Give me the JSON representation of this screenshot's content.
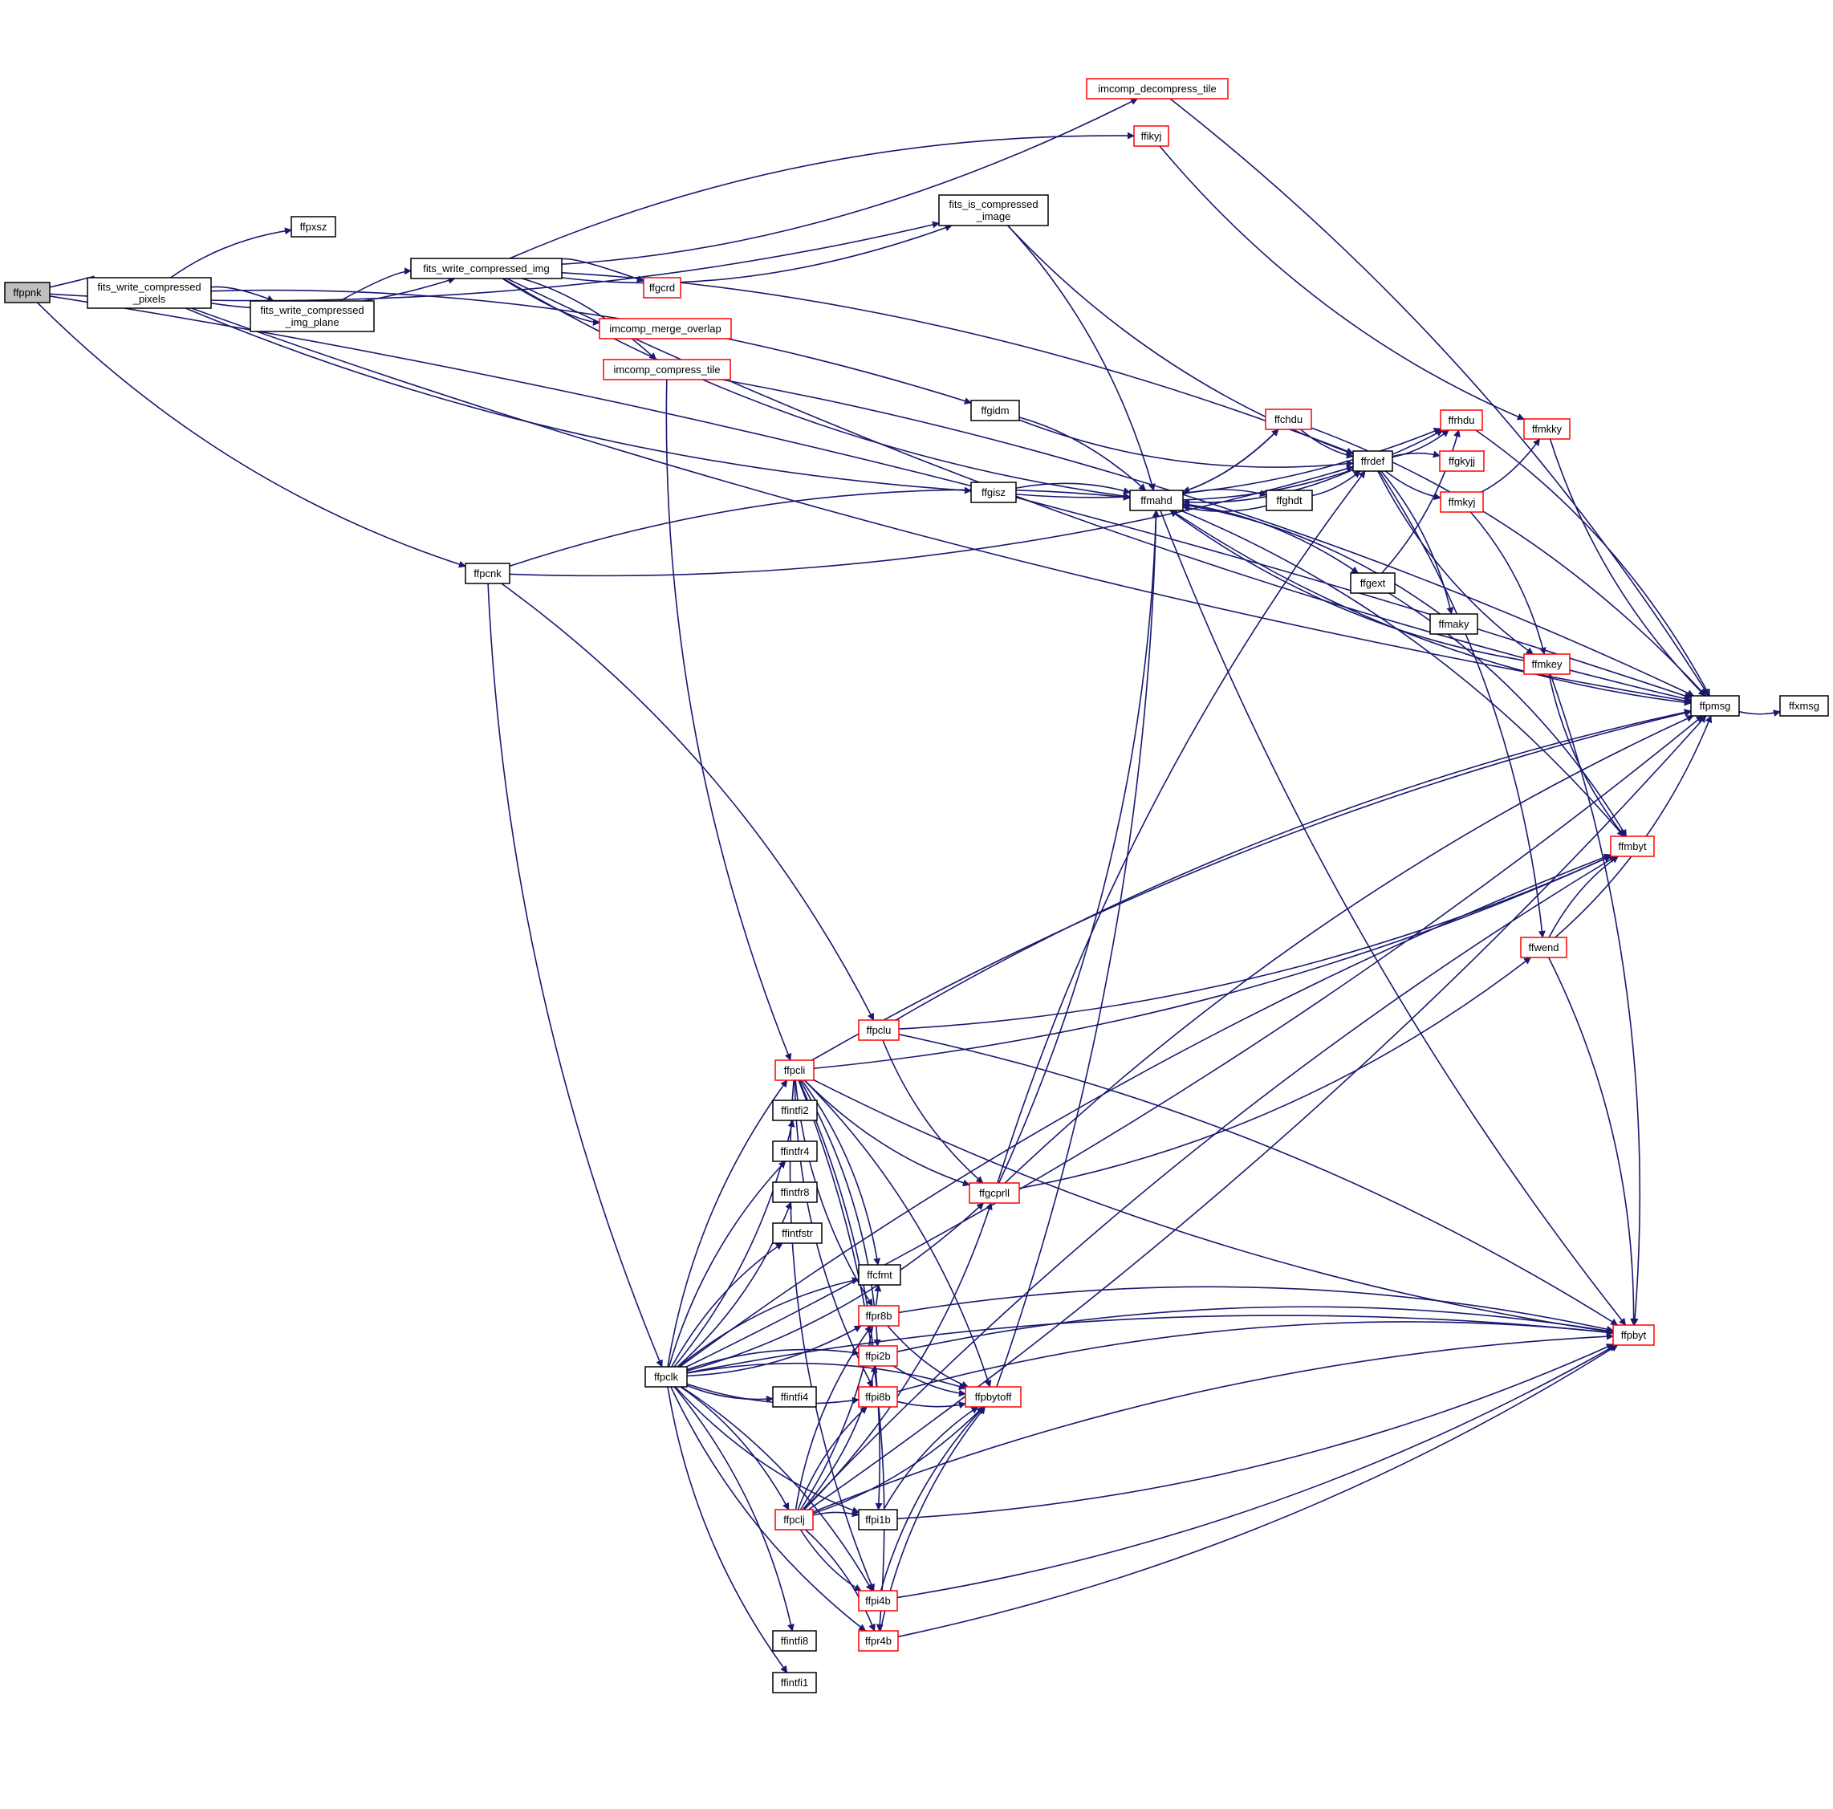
{
  "colors": {
    "edge": "#191970",
    "red_border": "#ff0000",
    "black_border": "#000000",
    "root_fill": "#bfbfbf"
  },
  "nodes": {
    "ffppnk": {
      "label": [
        "ffppnk"
      ],
      "style": "root"
    },
    "fits_write_compressed_pixels": {
      "label": [
        "fits_write_compressed",
        "_pixels"
      ],
      "style": "black"
    },
    "ffpxsz": {
      "label": [
        "ffpxsz"
      ],
      "style": "black"
    },
    "fits_write_compressed_img": {
      "label": [
        "fits_write_compressed_img"
      ],
      "style": "black"
    },
    "fits_write_compressed_img_plane": {
      "label": [
        "fits_write_compressed",
        "_img_plane"
      ],
      "style": "black"
    },
    "imcomp_decompress_tile": {
      "label": [
        "imcomp_decompress_tile"
      ],
      "style": "red"
    },
    "ffikyj": {
      "label": [
        "ffikyj"
      ],
      "style": "red"
    },
    "fits_is_compressed_image": {
      "label": [
        "fits_is_compressed",
        "_image"
      ],
      "style": "black"
    },
    "ffgcrd": {
      "label": [
        "ffgcrd"
      ],
      "style": "red"
    },
    "imcomp_merge_overlap": {
      "label": [
        "imcomp_merge_overlap"
      ],
      "style": "red"
    },
    "imcomp_compress_tile": {
      "label": [
        "imcomp_compress_tile"
      ],
      "style": "red"
    },
    "ffgidm": {
      "label": [
        "ffgidm"
      ],
      "style": "black"
    },
    "ffgisz": {
      "label": [
        "ffgisz"
      ],
      "style": "black"
    },
    "ffpcnk": {
      "label": [
        "ffpcnk"
      ],
      "style": "black"
    },
    "ffchdu": {
      "label": [
        "ffchdu"
      ],
      "style": "red"
    },
    "ffmahd": {
      "label": [
        "ffmahd"
      ],
      "style": "black"
    },
    "ffghdt": {
      "label": [
        "ffghdt"
      ],
      "style": "black"
    },
    "ffrdef": {
      "label": [
        "ffrdef"
      ],
      "style": "black"
    },
    "ffgext": {
      "label": [
        "ffgext"
      ],
      "style": "black"
    },
    "ffmaky": {
      "label": [
        "ffmaky"
      ],
      "style": "black"
    },
    "ffrhdu": {
      "label": [
        "ffrhdu"
      ],
      "style": "red"
    },
    "ffgkyjj": {
      "label": [
        "ffgkyjj"
      ],
      "style": "red"
    },
    "ffmkyj": {
      "label": [
        "ffmkyj"
      ],
      "style": "red"
    },
    "ffmkky": {
      "label": [
        "ffmkky"
      ],
      "style": "red"
    },
    "ffmkey": {
      "label": [
        "ffmkey"
      ],
      "style": "red"
    },
    "ffpmsg": {
      "label": [
        "ffpmsg"
      ],
      "style": "black"
    },
    "ffxmsg": {
      "label": [
        "ffxmsg"
      ],
      "style": "black"
    },
    "ffmbyt": {
      "label": [
        "ffmbyt"
      ],
      "style": "red"
    },
    "ffwend": {
      "label": [
        "ffwend"
      ],
      "style": "red"
    },
    "ffpclu": {
      "label": [
        "ffpclu"
      ],
      "style": "red"
    },
    "ffpcli": {
      "label": [
        "ffpcli"
      ],
      "style": "red"
    },
    "ffintfi2": {
      "label": [
        "ffintfi2"
      ],
      "style": "black"
    },
    "ffintfr4": {
      "label": [
        "ffintfr4"
      ],
      "style": "black"
    },
    "ffintfr8": {
      "label": [
        "ffintfr8"
      ],
      "style": "black"
    },
    "ffintfstr": {
      "label": [
        "ffintfstr"
      ],
      "style": "black"
    },
    "ffgcprll": {
      "label": [
        "ffgcprll"
      ],
      "style": "red"
    },
    "ffcfmt": {
      "label": [
        "ffcfmt"
      ],
      "style": "black"
    },
    "ffpr8b": {
      "label": [
        "ffpr8b"
      ],
      "style": "red"
    },
    "ffpi2b": {
      "label": [
        "ffpi2b"
      ],
      "style": "red"
    },
    "ffpi8b": {
      "label": [
        "ffpi8b"
      ],
      "style": "red"
    },
    "ffpbytoff": {
      "label": [
        "ffpbytoff"
      ],
      "style": "red"
    },
    "ffpclk": {
      "label": [
        "ffpclk"
      ],
      "style": "black"
    },
    "ffintfi4": {
      "label": [
        "ffintfi4"
      ],
      "style": "black"
    },
    "ffpclj": {
      "label": [
        "ffpclj"
      ],
      "style": "red"
    },
    "ffpi1b": {
      "label": [
        "ffpi1b"
      ],
      "style": "black"
    },
    "ffpi4b": {
      "label": [
        "ffpi4b"
      ],
      "style": "red"
    },
    "ffpr4b": {
      "label": [
        "ffpr4b"
      ],
      "style": "red"
    },
    "ffintfi8": {
      "label": [
        "ffintfi8"
      ],
      "style": "black"
    },
    "ffintfi1": {
      "label": [
        "ffintfi1"
      ],
      "style": "black"
    },
    "ffpbyt": {
      "label": [
        "ffpbyt"
      ],
      "style": "red"
    }
  },
  "edges": [
    [
      "ffppnk",
      "fits_write_compressed_pixels"
    ],
    [
      "ffppnk",
      "fits_is_compressed_image"
    ],
    [
      "ffppnk",
      "ffpmsg"
    ],
    [
      "ffppnk",
      "ffpcnk"
    ],
    [
      "fits_write_compressed_pixels",
      "ffpxsz"
    ],
    [
      "fits_write_compressed_pixels",
      "fits_write_compressed_img"
    ],
    [
      "fits_write_compressed_pixels",
      "fits_write_compressed_img_plane"
    ],
    [
      "fits_write_compressed_pixels",
      "ffpmsg"
    ],
    [
      "fits_write_compressed_pixels",
      "ffgidm"
    ],
    [
      "fits_write_compressed_pixels",
      "ffgisz"
    ],
    [
      "fits_write_compressed_img_plane",
      "fits_write_compressed_img"
    ],
    [
      "fits_write_compressed_img",
      "imcomp_decompress_tile"
    ],
    [
      "fits_write_compressed_img",
      "ffikyj"
    ],
    [
      "fits_write_compressed_img",
      "fits_is_compressed_image"
    ],
    [
      "fits_write_compressed_img",
      "ffgcrd"
    ],
    [
      "fits_write_compressed_img",
      "imcomp_merge_overlap"
    ],
    [
      "fits_write_compressed_img",
      "imcomp_compress_tile"
    ],
    [
      "fits_write_compressed_img",
      "ffmahd"
    ],
    [
      "fits_write_compressed_img",
      "ffrdef"
    ],
    [
      "fits_write_compressed_img",
      "ffpmsg"
    ],
    [
      "imcomp_decompress_tile",
      "ffpmsg"
    ],
    [
      "ffikyj",
      "ffmkky"
    ],
    [
      "fits_is_compressed_image",
      "ffmahd"
    ],
    [
      "fits_is_compressed_image",
      "ffrdef"
    ],
    [
      "imcomp_compress_tile",
      "ffpmsg"
    ],
    [
      "imcomp_compress_tile",
      "ffpcli"
    ],
    [
      "ffgidm",
      "ffmahd"
    ],
    [
      "ffgidm",
      "ffrdef"
    ],
    [
      "ffgisz",
      "ffmahd"
    ],
    [
      "ffgisz",
      "ffrhdu"
    ],
    [
      "ffpcnk",
      "ffmahd"
    ],
    [
      "ffpcnk",
      "ffrdef"
    ],
    [
      "ffpcnk",
      "ffpclu"
    ],
    [
      "ffpcnk",
      "ffpclk"
    ],
    [
      "ffchdu",
      "ffmahd"
    ],
    [
      "ffchdu",
      "ffrdef"
    ],
    [
      "ffchdu",
      "ffpmsg"
    ],
    [
      "ffmahd",
      "ffchdu"
    ],
    [
      "ffmahd",
      "ffghdt"
    ],
    [
      "ffmahd",
      "ffrhdu"
    ],
    [
      "ffmahd",
      "ffgext"
    ],
    [
      "ffmahd",
      "ffpmsg"
    ],
    [
      "ffmahd",
      "ffmbyt"
    ],
    [
      "ffmahd",
      "ffpbyt"
    ],
    [
      "ffghdt",
      "ffmahd"
    ],
    [
      "ffghdt",
      "ffrdef"
    ],
    [
      "ffrdef",
      "ffmahd"
    ],
    [
      "ffrdef",
      "ffrhdu"
    ],
    [
      "ffrdef",
      "ffgkyjj"
    ],
    [
      "ffrdef",
      "ffmkyj"
    ],
    [
      "ffrdef",
      "ffmaky"
    ],
    [
      "ffrdef",
      "ffmkey"
    ],
    [
      "ffrdef",
      "ffwend"
    ],
    [
      "ffgext",
      "ffrhdu"
    ],
    [
      "ffgext",
      "ffmbyt"
    ],
    [
      "ffmaky",
      "ffmahd"
    ],
    [
      "ffrhdu",
      "ffpmsg"
    ],
    [
      "ffmkyj",
      "ffmkky"
    ],
    [
      "ffmkyj",
      "ffmkey"
    ],
    [
      "ffmkky",
      "ffpmsg"
    ],
    [
      "ffmkey",
      "ffmahd"
    ],
    [
      "ffmkey",
      "ffmbyt"
    ],
    [
      "ffmkey",
      "ffpbyt"
    ],
    [
      "ffpmsg",
      "ffxmsg"
    ],
    [
      "ffwend",
      "ffmbyt"
    ],
    [
      "ffwend",
      "ffpmsg"
    ],
    [
      "ffwend",
      "ffpbyt"
    ],
    [
      "ffpclu",
      "ffmbyt"
    ],
    [
      "ffpclu",
      "ffpmsg"
    ],
    [
      "ffpclu",
      "ffgcprll"
    ],
    [
      "ffpclu",
      "ffpbyt"
    ],
    [
      "ffpcli",
      "ffmbyt"
    ],
    [
      "ffpcli",
      "ffpmsg"
    ],
    [
      "ffpcli",
      "ffgcprll"
    ],
    [
      "ffpcli",
      "ffcfmt"
    ],
    [
      "ffpcli",
      "ffpr8b"
    ],
    [
      "ffpcli",
      "ffpi2b"
    ],
    [
      "ffpcli",
      "ffpi8b"
    ],
    [
      "ffpcli",
      "ffpbytoff"
    ],
    [
      "ffpcli",
      "ffpbyt"
    ],
    [
      "ffpcli",
      "ffpi1b"
    ],
    [
      "ffpcli",
      "ffpi4b"
    ],
    [
      "ffpcli",
      "ffpr4b"
    ],
    [
      "ffgcprll",
      "ffmahd"
    ],
    [
      "ffgcprll",
      "ffrdef"
    ],
    [
      "ffgcprll",
      "ffwend"
    ],
    [
      "ffgcprll",
      "ffpmsg"
    ],
    [
      "ffpr8b",
      "ffpbytoff"
    ],
    [
      "ffpr8b",
      "ffpbyt"
    ],
    [
      "ffpi2b",
      "ffpbytoff"
    ],
    [
      "ffpi2b",
      "ffpbyt"
    ],
    [
      "ffpi8b",
      "ffpbytoff"
    ],
    [
      "ffpi8b",
      "ffpbyt"
    ],
    [
      "ffpbytoff",
      "ffmahd"
    ],
    [
      "ffpi1b",
      "ffpbytoff"
    ],
    [
      "ffpi1b",
      "ffpbyt"
    ],
    [
      "ffpi4b",
      "ffpbytoff"
    ],
    [
      "ffpi4b",
      "ffpbyt"
    ],
    [
      "ffpr4b",
      "ffpbytoff"
    ],
    [
      "ffpr4b",
      "ffpbyt"
    ],
    [
      "ffpclj",
      "ffmbyt"
    ],
    [
      "ffpclj",
      "ffgcprll"
    ],
    [
      "ffpclj",
      "ffpr8b"
    ],
    [
      "ffpclj",
      "ffpi2b"
    ],
    [
      "ffpclj",
      "ffpi8b"
    ],
    [
      "ffpclj",
      "ffpbytoff"
    ],
    [
      "ffpclj",
      "ffpi1b"
    ],
    [
      "ffpclj",
      "ffpi4b"
    ],
    [
      "ffpclj",
      "ffpr4b"
    ],
    [
      "ffpclj",
      "ffcfmt"
    ],
    [
      "ffpclj",
      "ffpbyt"
    ],
    [
      "ffpclj",
      "ffpmsg"
    ],
    [
      "ffpclk",
      "ffpcli"
    ],
    [
      "ffpclk",
      "ffintfi2"
    ],
    [
      "ffpclk",
      "ffintfr4"
    ],
    [
      "ffpclk",
      "ffintfr8"
    ],
    [
      "ffpclk",
      "ffintfstr"
    ],
    [
      "ffpclk",
      "ffgcprll"
    ],
    [
      "ffpclk",
      "ffcfmt"
    ],
    [
      "ffpclk",
      "ffpr8b"
    ],
    [
      "ffpclk",
      "ffpi2b"
    ],
    [
      "ffpclk",
      "ffpi8b"
    ],
    [
      "ffpclk",
      "ffpbytoff"
    ],
    [
      "ffpclk",
      "ffintfi4"
    ],
    [
      "ffpclk",
      "ffpclj"
    ],
    [
      "ffpclk",
      "ffpi1b"
    ],
    [
      "ffpclk",
      "ffpi4b"
    ],
    [
      "ffpclk",
      "ffpr4b"
    ],
    [
      "ffpclk",
      "ffintfi8"
    ],
    [
      "ffpclk",
      "ffintfi1"
    ],
    [
      "ffpclk",
      "ffmbyt"
    ],
    [
      "ffpclk",
      "ffpmsg"
    ],
    [
      "ffpclk",
      "ffpbyt"
    ]
  ]
}
